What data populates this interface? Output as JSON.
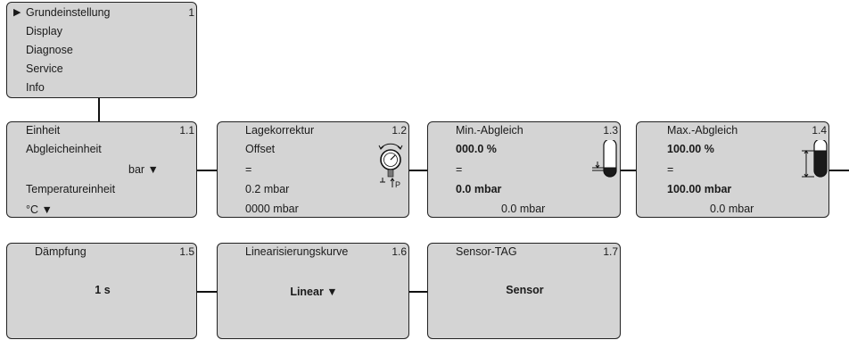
{
  "main_menu": {
    "pointer": "▶",
    "items": [
      "Grundeinstellung",
      "Display",
      "Diagnose",
      "Service",
      "Info"
    ],
    "number": "1"
  },
  "screens": {
    "s1_1": {
      "number": "1.1",
      "line1": "Einheit",
      "line2": "Abgleicheinheit",
      "line3": "bar ▼",
      "line4": "Temperatureinheit",
      "line5": "°C ▼"
    },
    "s1_2": {
      "number": "1.2",
      "line1": "Lagekorrektur",
      "line2": "Offset",
      "line3": "=",
      "line4": "0.2 mbar",
      "line5": "0000 mbar"
    },
    "s1_3": {
      "number": "1.3",
      "line1": "Min.-Abgleich",
      "line2": "000.0 %",
      "line3": "=",
      "line4": "0.0 mbar",
      "line5": "0.0 mbar"
    },
    "s1_4": {
      "number": "1.4",
      "line1": "Max.-Abgleich",
      "line2": "100.00 %",
      "line3": "=",
      "line4": "100.00 mbar",
      "line5": "0.0 mbar"
    },
    "s1_5": {
      "number": "1.5",
      "title": "Dämpfung",
      "value": "1 s"
    },
    "s1_6": {
      "number": "1.6",
      "title": "Linearisierungskurve",
      "value": "Linear ▼"
    },
    "s1_7": {
      "number": "1.7",
      "title": "Sensor-TAG",
      "value": "Sensor"
    }
  },
  "icon_labels": {
    "pressure_symbol": "P"
  },
  "colors": {
    "panel_fill": "#d4d4d4",
    "border": "#222222",
    "connector": "#111111",
    "level_fill": "#1a1a1a"
  }
}
